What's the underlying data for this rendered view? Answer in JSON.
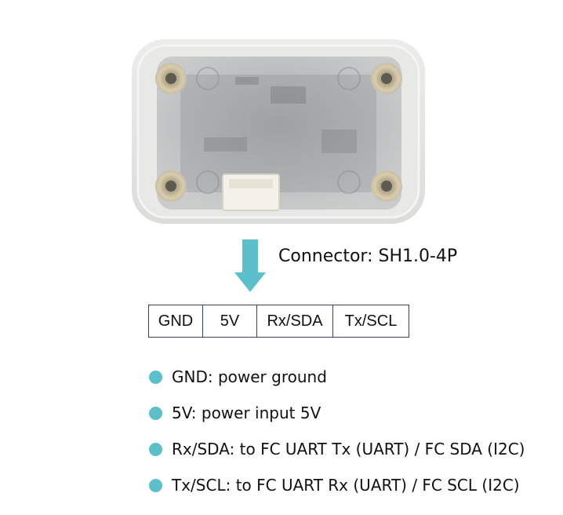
{
  "connector": {
    "label": "Connector: SH1.0-4P",
    "arrow_color": "#5bc0c9"
  },
  "pins": [
    {
      "label": "GND"
    },
    {
      "label": "5V"
    },
    {
      "label": "Rx/SDA"
    },
    {
      "label": "Tx/SCL"
    }
  ],
  "legend": [
    {
      "text": "GND: power ground"
    },
    {
      "text": "5V: power input 5V"
    },
    {
      "text": "Rx/SDA: to FC UART Tx (UART) / FC SDA (I2C)"
    },
    {
      "text": "Tx/SCL: to FC UART Rx (UART) / FC SCL (I2C)"
    }
  ],
  "colors": {
    "accent": "#5bc0c9",
    "table_border": "#3a3f66",
    "case": "#e4e4e2"
  }
}
